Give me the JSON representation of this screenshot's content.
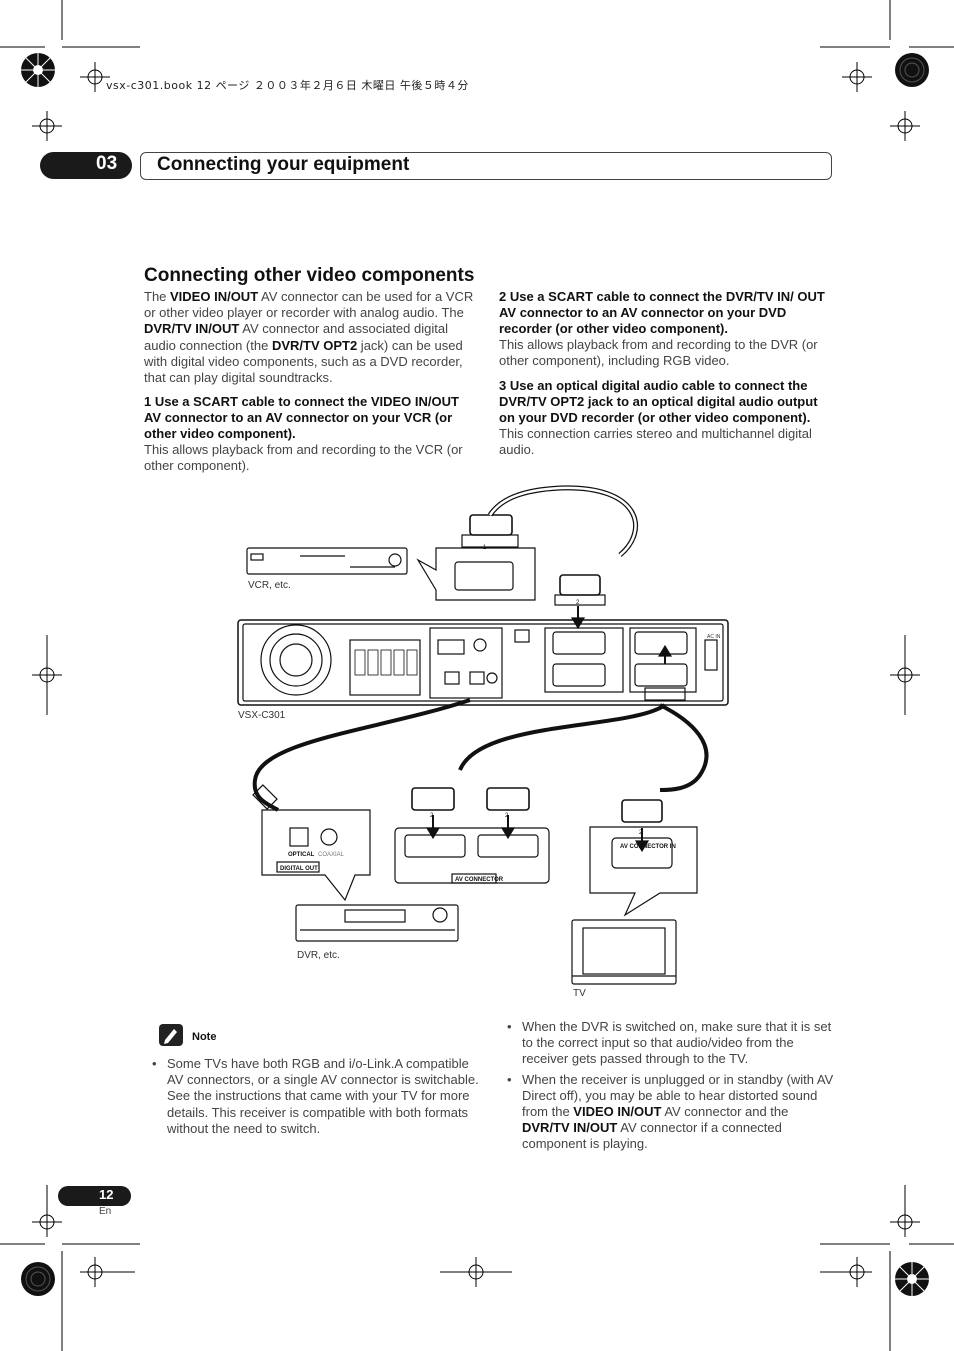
{
  "book_header": "vsx-c301.book  12 ページ  ２００３年２月６日  木曜日  午後５時４分",
  "chapter": {
    "number": "03",
    "title": "Connecting your equipment"
  },
  "section_title": "Connecting other video components",
  "intro": {
    "t1": "The ",
    "b1": "VIDEO IN/OUT",
    "t2": " AV connector can be used for a VCR or other video player or recorder with analog audio. The ",
    "b2": "DVR/TV IN/OUT",
    "t3": " AV connector and associated digital audio connection (the ",
    "b3": "DVR/TV OPT2",
    "t4": " jack) can be used with digital video components, such as a DVD recorder, that can play digital soundtracks."
  },
  "steps": [
    {
      "heading": "1    Use a SCART cable to connect the VIDEO IN/OUT AV connector to an AV connector on your VCR (or other video component).",
      "body": "This allows playback from and recording to the VCR (or other component)."
    },
    {
      "heading": "2    Use a SCART cable to connect the DVR/TV IN/ OUT AV connector to an AV connector on your DVD recorder (or other video component).",
      "body": "This allows playback from and recording to the DVR (or other component), including RGB video."
    },
    {
      "heading": "3    Use an optical digital audio cable to connect the DVR/TV OPT2 jack to an optical digital audio output on your DVD recorder (or other video component).",
      "body": "This connection carries stereo and multichannel digital audio."
    }
  ],
  "diagram": {
    "vcr_label": "VCR, etc.",
    "receiver_label": "VSX-C301",
    "dvr_label": "DVR, etc.",
    "tv_label": "TV",
    "optical": "OPTICAL",
    "coaxial": "COAXIAL",
    "digital_out": "DIGITAL OUT",
    "av_connector": "AV CONNECTOR",
    "av_connector_in": "AV CONNECTOR IN",
    "ac_in": "AC IN",
    "step1": "1",
    "step2": "2",
    "step3": "3"
  },
  "note": {
    "label": "Note",
    "items": [
      "Some TVs have both RGB and i/o-Link.A compatible AV connectors, or a single AV connector is switchable. See the instructions that came with your TV for more details. This receiver is compatible with both formats without the need to switch."
    ]
  },
  "right_notes": {
    "n1": "When the DVR is switched on, make sure that it is set to the correct input so that audio/video from the receiver gets passed through to the TV.",
    "n2_t1": "When the receiver is unplugged or in standby (with AV Direct off), you may be able to hear distorted sound from the ",
    "n2_b1": "VIDEO IN/OUT",
    "n2_t2": " AV connector and the ",
    "n2_b2": "DVR/TV IN/OUT",
    "n2_t3": " AV connector if a connected component is playing."
  },
  "page": {
    "number": "12",
    "lang": "En"
  }
}
